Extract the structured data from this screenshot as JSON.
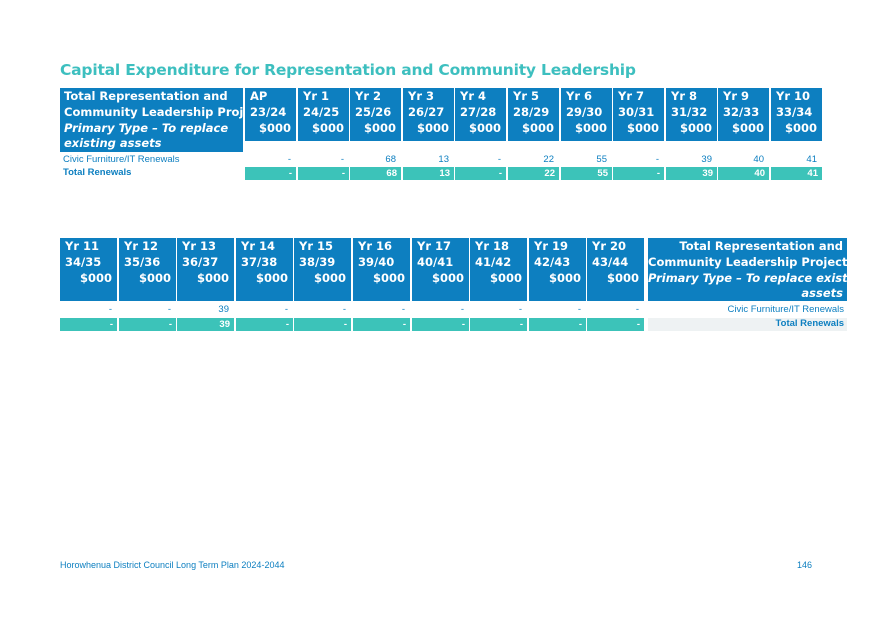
{
  "title": "Capital Expenditure for Representation and Community Leadership",
  "table1": {
    "label_lines": [
      "Total Representation and",
      "Community Leadership Projects"
    ],
    "label_italic_lines": [
      "Primary Type – To replace",
      "existing assets"
    ],
    "columns": [
      {
        "yr": "AP",
        "fy": "23/24",
        "unit": "$000"
      },
      {
        "yr": "Yr 1",
        "fy": "24/25",
        "unit": "$000"
      },
      {
        "yr": "Yr 2",
        "fy": "25/26",
        "unit": "$000"
      },
      {
        "yr": "Yr 3",
        "fy": "26/27",
        "unit": "$000"
      },
      {
        "yr": "Yr 4",
        "fy": "27/28",
        "unit": "$000"
      },
      {
        "yr": "Yr 5",
        "fy": "28/29",
        "unit": "$000"
      },
      {
        "yr": "Yr 6",
        "fy": "29/30",
        "unit": "$000"
      },
      {
        "yr": "Yr 7",
        "fy": "30/31",
        "unit": "$000"
      },
      {
        "yr": "Yr 8",
        "fy": "31/32",
        "unit": "$000"
      },
      {
        "yr": "Yr 9",
        "fy": "32/33",
        "unit": "$000"
      },
      {
        "yr": "Yr 10",
        "fy": "33/34",
        "unit": "$000"
      }
    ],
    "row_label": "Civic Furniture/IT Renewals",
    "row_values": [
      "-",
      "-",
      "68",
      "13",
      "-",
      "22",
      "55",
      "-",
      "39",
      "40",
      "41"
    ],
    "total_label": "Total Renewals",
    "total_values": [
      "-",
      "-",
      "68",
      "13",
      "-",
      "22",
      "55",
      "-",
      "39",
      "40",
      "41"
    ]
  },
  "table2": {
    "columns": [
      {
        "yr": "Yr 11",
        "fy": "34/35",
        "unit": "$000"
      },
      {
        "yr": "Yr 12",
        "fy": "35/36",
        "unit": "$000"
      },
      {
        "yr": "Yr 13",
        "fy": "36/37",
        "unit": "$000"
      },
      {
        "yr": "Yr 14",
        "fy": "37/38",
        "unit": "$000"
      },
      {
        "yr": "Yr 15",
        "fy": "38/39",
        "unit": "$000"
      },
      {
        "yr": "Yr 16",
        "fy": "39/40",
        "unit": "$000"
      },
      {
        "yr": "Yr 17",
        "fy": "40/41",
        "unit": "$000"
      },
      {
        "yr": "Yr 18",
        "fy": "41/42",
        "unit": "$000"
      },
      {
        "yr": "Yr 19",
        "fy": "42/43",
        "unit": "$000"
      },
      {
        "yr": "Yr 20",
        "fy": "43/44",
        "unit": "$000"
      }
    ],
    "label_lines": [
      "Total Representation and",
      "Community Leadership Projects"
    ],
    "label_italic_lines": [
      "Primary Type – To replace existing",
      "assets"
    ],
    "row_values": [
      "-",
      "-",
      "39",
      "-",
      "-",
      "-",
      "-",
      "-",
      "-",
      "-"
    ],
    "row_label": "Civic Furniture/IT Renewals",
    "total_values": [
      "-",
      "-",
      "39",
      "-",
      "-",
      "-",
      "-",
      "-",
      "-",
      "-"
    ],
    "total_label": "Total Renewals"
  },
  "footer": {
    "left": "Horowhenua District Council Long Term Plan 2024-2044",
    "page": "146"
  },
  "colors": {
    "header_bg": "#0d7fc0",
    "title": "#3dbfbf",
    "total_bg": "#3cc3b9",
    "text": "#0d7fc0"
  }
}
